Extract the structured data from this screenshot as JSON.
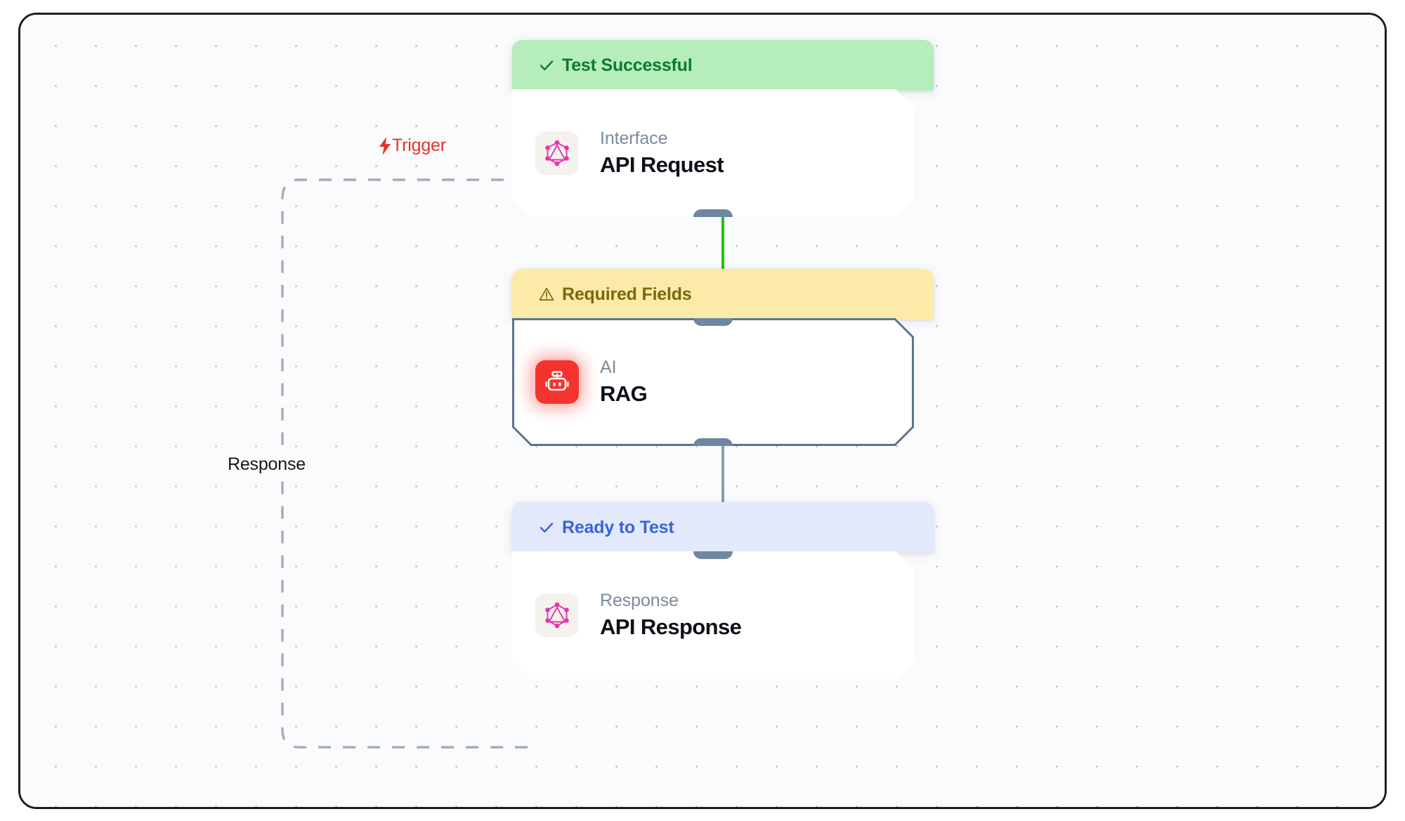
{
  "canvas": {
    "background_color": "#fafbfc",
    "grid": "dot-grid"
  },
  "edges": [
    {
      "id": "trigger-edge",
      "label": "Trigger",
      "icon": "lightning-bolt-icon",
      "color": "#e5342b",
      "style": "dashed"
    },
    {
      "id": "response-edge",
      "label": "Response",
      "color": "#15181d",
      "style": "dashed"
    },
    {
      "id": "request-to-rag-edge",
      "label": "",
      "color": "#22c217",
      "style": "solid"
    },
    {
      "id": "rag-to-response-edge",
      "label": "",
      "color": "#7e93ab",
      "style": "solid"
    }
  ],
  "nodes": [
    {
      "id": "api-request",
      "status": {
        "label": "Test Successful",
        "icon": "check-icon",
        "text_color": "#0f7a2e",
        "bg_color": "#b5edbb"
      },
      "icon": "graphql-icon",
      "icon_color": "#e535ab",
      "kind": "Interface",
      "title": "API Request"
    },
    {
      "id": "rag",
      "status": {
        "label": "Required Fields",
        "icon": "warning-triangle-icon",
        "text_color": "#7a6610",
        "bg_color": "#fbeaa8"
      },
      "icon": "robot-icon",
      "icon_color": "#f5332e",
      "kind": "AI",
      "title": "RAG",
      "selected": true
    },
    {
      "id": "api-response",
      "status": {
        "label": "Ready to Test",
        "icon": "check-icon",
        "text_color": "#3b63d8",
        "bg_color": "#e2e9fb"
      },
      "icon": "graphql-icon",
      "icon_color": "#e535ab",
      "kind": "Response",
      "title": "API Response"
    }
  ]
}
